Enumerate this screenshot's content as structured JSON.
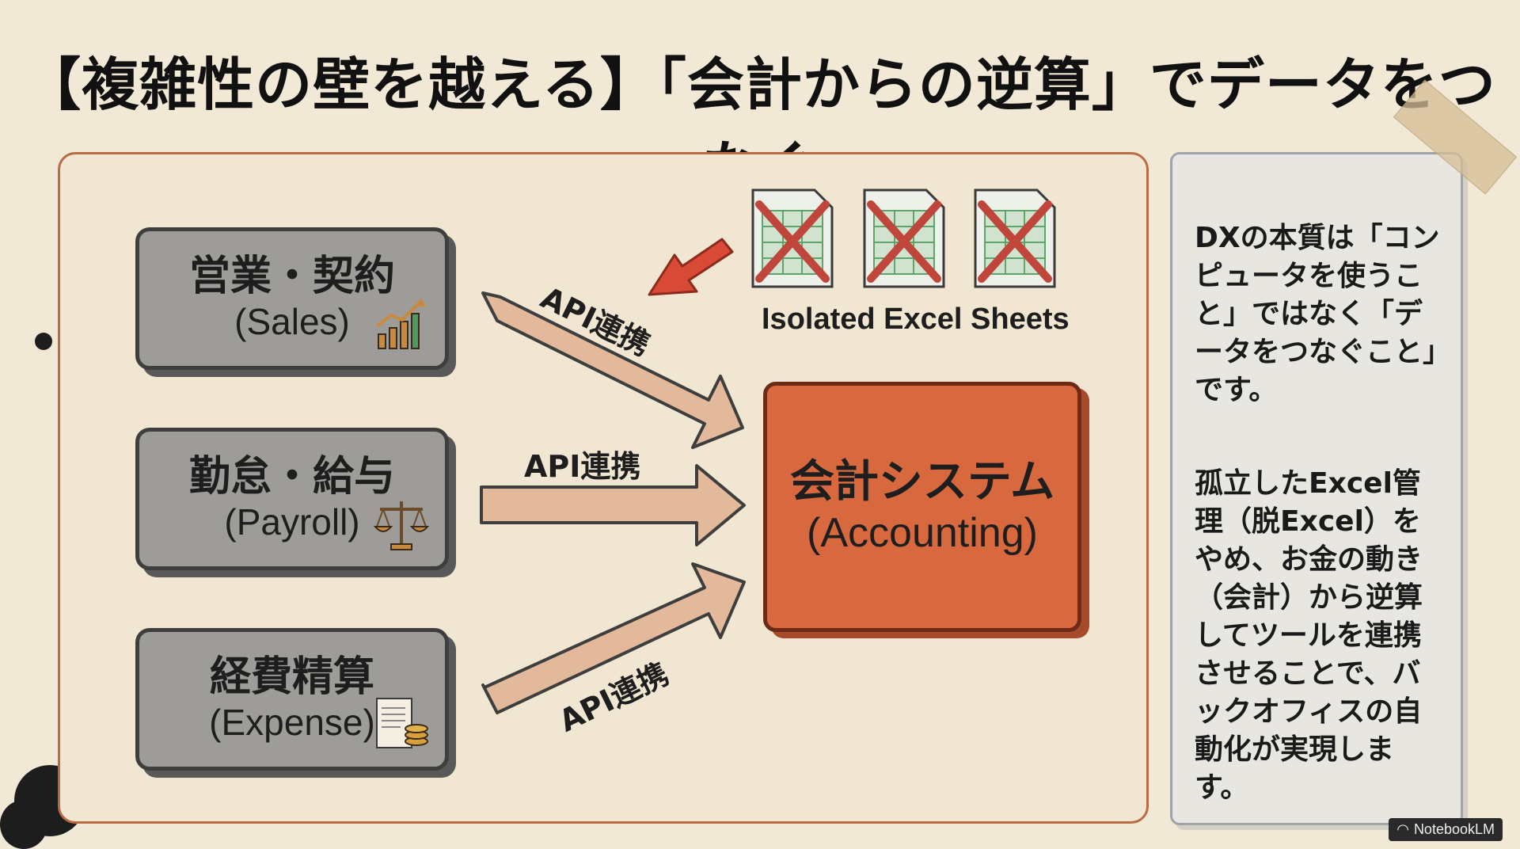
{
  "title": "【複雑性の壁を越える】「会計からの逆算」でデータをつなぐ",
  "sources": [
    {
      "ja": "営業・契約",
      "en": "(Sales)",
      "icon": "growth-chart-icon"
    },
    {
      "ja": "勤怠・給与",
      "en": "(Payroll)",
      "icon": "scales-icon"
    },
    {
      "ja": "経費精算",
      "en": "(Expense)",
      "icon": "receipt-coins-icon"
    }
  ],
  "connections": [
    {
      "label": "API連携"
    },
    {
      "label": "API連携"
    },
    {
      "label": "API連携"
    }
  ],
  "target": {
    "ja": "会計システム",
    "en": "(Accounting)"
  },
  "isolated": {
    "label": "Isolated Excel Sheets",
    "count": 3
  },
  "note": {
    "paragraph1": "DXの本質は「コンピュータを使うこと」ではなく「データをつなぐこと」です。",
    "paragraph2": "孤立したExcel管理（脱Excel）をやめ、お金の動き（会計）から逆算してツールを連携させることで、バックオフィスの自動化が実現します。"
  },
  "watermark": "NotebookLM",
  "colors": {
    "background": "#f1e8d6",
    "accounting": "#d8693f",
    "source_box": "#9d9c98",
    "arrow": "#e3b99b",
    "red_arrow": "#d94a36",
    "excel_green": "#5da56a",
    "x_mark": "#c0453a"
  }
}
